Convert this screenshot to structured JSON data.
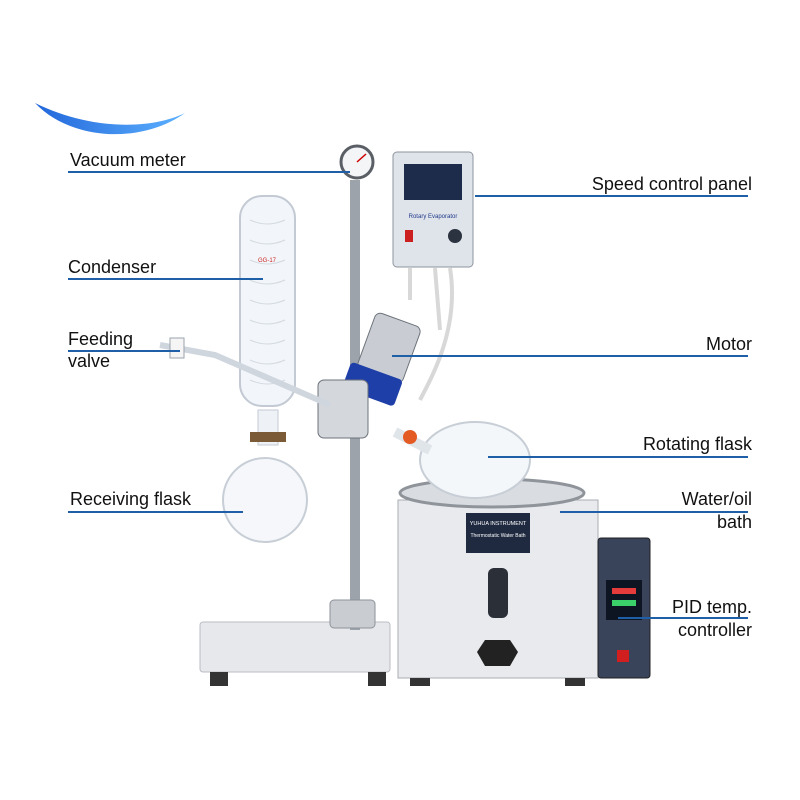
{
  "colors": {
    "leader_line": "#1e5fa8",
    "swoosh": "#1f6fe0",
    "panel_case": "#dfe3ea",
    "bath_body": "#e8eaee"
  },
  "labels": {
    "vacuum_meter": "Vacuum meter",
    "condenser": "Condenser",
    "feeding_valve": [
      "Feeding",
      "valve"
    ],
    "receiving_flask": "Receiving flask",
    "speed_control_panel": "Speed control panel",
    "motor": "Motor",
    "rotating_flask": "Rotating flask",
    "water_oil_bath": [
      "Water/oil",
      "bath"
    ],
    "pid_controller": [
      "PID temp.",
      "controller"
    ]
  },
  "device_text": {
    "panel_title": "Rotary Evaporator",
    "bath_brand": "YUHUA INSTRUMENT",
    "bath_model": "Thermostatic Water Bath",
    "condenser_mark": "GG-17"
  }
}
